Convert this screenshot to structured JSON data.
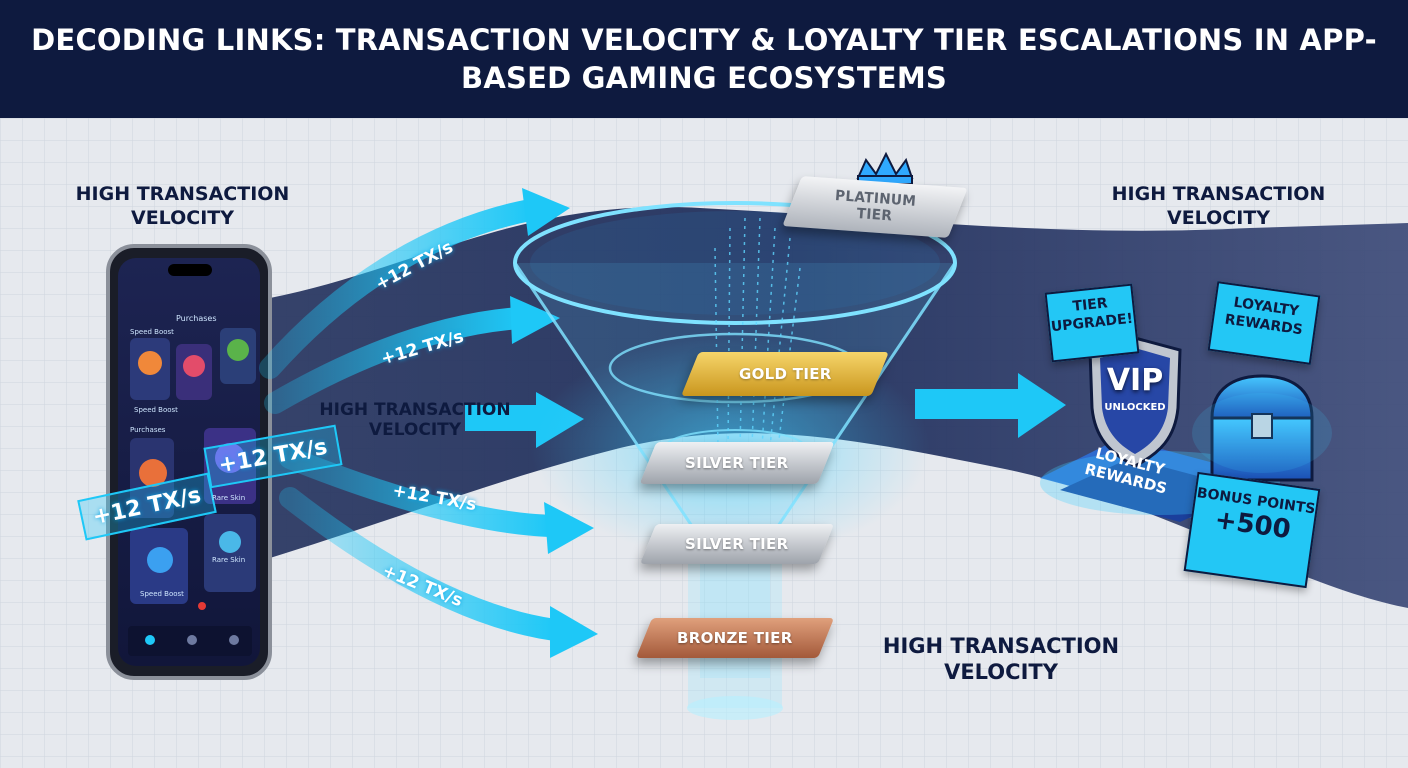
{
  "title": "DECODING LINKS: TRANSACTION VELOCITY & LOYALTY TIER ESCALATIONS IN APP-BASED GAMING ECOSYSTEMS",
  "labels": {
    "left": "HIGH TRANSACTION VELOCITY",
    "right": "HIGH TRANSACTION VELOCITY",
    "middle": "HIGH TRANSACTION VELOCITY",
    "bottom": "HIGH TRANSACTION VELOCITY"
  },
  "tx_rate": "+12 TX/s",
  "tiers": {
    "platinum": "PLATINUM TIER",
    "gold": "GOLD TIER",
    "silver_1": "SILVER TIER",
    "silver_2": "SILVER TIER",
    "bronze": "BRONZE TIER"
  },
  "rewards": {
    "tier_upgrade": "TIER UPGRADE!",
    "loyalty_rewards_top": "LOYALTY REWARDS",
    "vip_title": "VIP",
    "vip_sub": "UNLOCKED",
    "loyalty_rewards_base": "LOYALTY REWARDS",
    "bonus_label": "BONUS POINTS",
    "bonus_value": "+500"
  },
  "phone": {
    "header": "Purchases",
    "section_1": "Speed Boost",
    "section_2": "Purchases",
    "item_1": "Speed Boost",
    "item_2": "Rare Skin",
    "item_3": "Speed Boost",
    "item_4": "Rare Skin"
  },
  "colors": {
    "navy": "#0e1a3f",
    "cyan": "#1ec8f7",
    "gold": "#e3b52d",
    "silver": "#c9ccd2",
    "bronze": "#c07a55"
  },
  "icons": [
    "crown-icon",
    "shield-icon",
    "treasure-chest-icon",
    "arrow-right-icon"
  ]
}
